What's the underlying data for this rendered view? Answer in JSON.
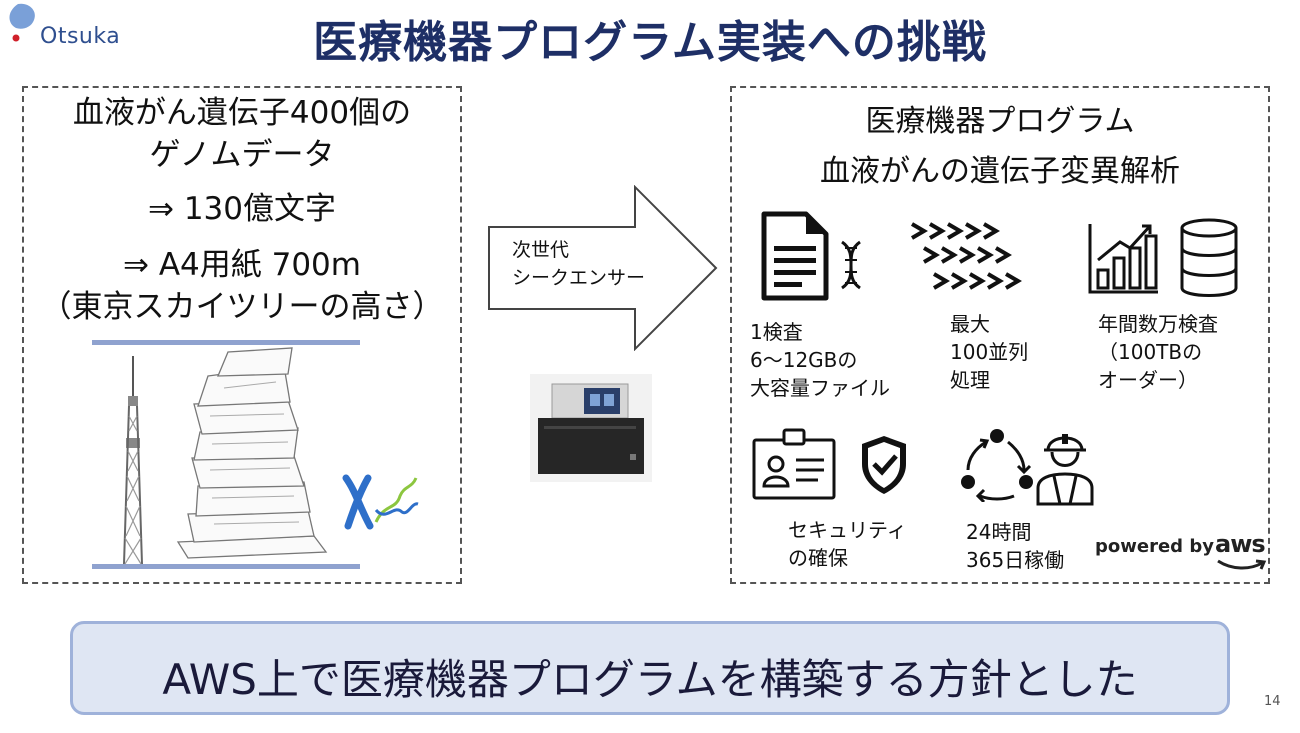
{
  "header": {
    "logo_text": "Otsuka",
    "title": "医療機器プログラム実装への挑戦"
  },
  "left_panel": {
    "lines": [
      "血液がん遺伝子400個の",
      "ゲノムデータ",
      "⇒ 130億文字",
      "⇒ A4用紙 700m",
      "（東京スカイツリーの高さ）"
    ]
  },
  "arrow": {
    "label_line1": "次世代",
    "label_line2": "シークエンサー"
  },
  "right_panel": {
    "title_line1": "医療機器プログラム",
    "title_line2": "血液がんの遺伝子変異解析",
    "features": [
      {
        "lines": [
          "1検査",
          "6～12GBの",
          "大容量ファイル"
        ],
        "icons": [
          "document-icon",
          "dna-icon"
        ]
      },
      {
        "lines": [
          "最大",
          "100並列",
          "処理"
        ],
        "icons": [
          "parallel-arrows-icon"
        ]
      },
      {
        "lines": [
          "年間数万検査",
          "（100TBの",
          "オーダー）"
        ],
        "icons": [
          "bar-chart-icon",
          "database-icon"
        ]
      },
      {
        "lines": [
          "セキュリティ",
          "の確保"
        ],
        "icons": [
          "id-card-icon",
          "shield-check-icon"
        ]
      },
      {
        "lines": [
          "24時間",
          "365日稼働"
        ],
        "icons": [
          "cycle-icon",
          "worker-icon"
        ]
      }
    ],
    "powered_by": "powered by",
    "aws": "aws"
  },
  "footer": {
    "message": "AWS上で医療機器プログラムを構築する方針とした",
    "page_number": "14"
  },
  "colors": {
    "title": "#1e2f66",
    "accent_line": "#8fa2cf",
    "footer_bg": "#dfe6f3",
    "footer_border": "#9fb2da",
    "dna_blue": "#2e6fc9",
    "dna_green": "#8cc63f"
  }
}
